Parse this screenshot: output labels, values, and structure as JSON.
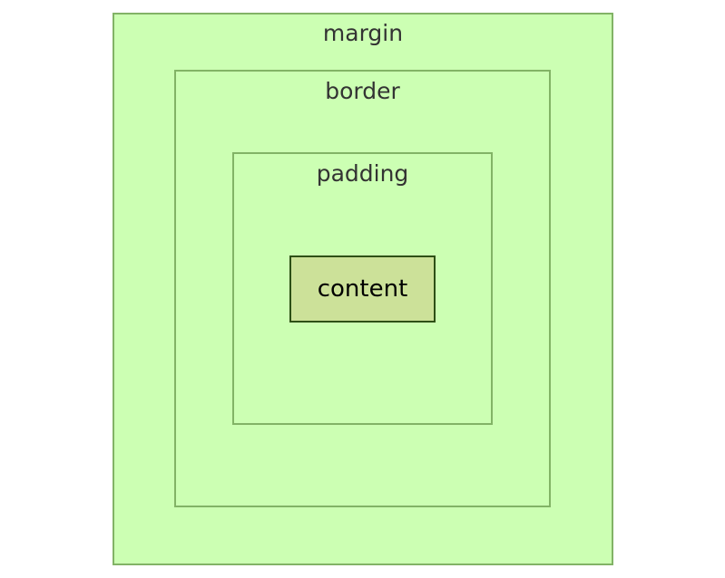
{
  "diagram": {
    "layers": {
      "margin": {
        "label": "margin"
      },
      "border": {
        "label": "border"
      },
      "padding": {
        "label": "padding"
      },
      "content": {
        "label": "content"
      }
    }
  },
  "colors": {
    "layer_fill": "#ccffb3",
    "layer_stroke": "#82b366",
    "content_fill": "#cce199",
    "content_stroke": "#2d5016",
    "label_text": "#333333",
    "content_text": "#000000"
  }
}
